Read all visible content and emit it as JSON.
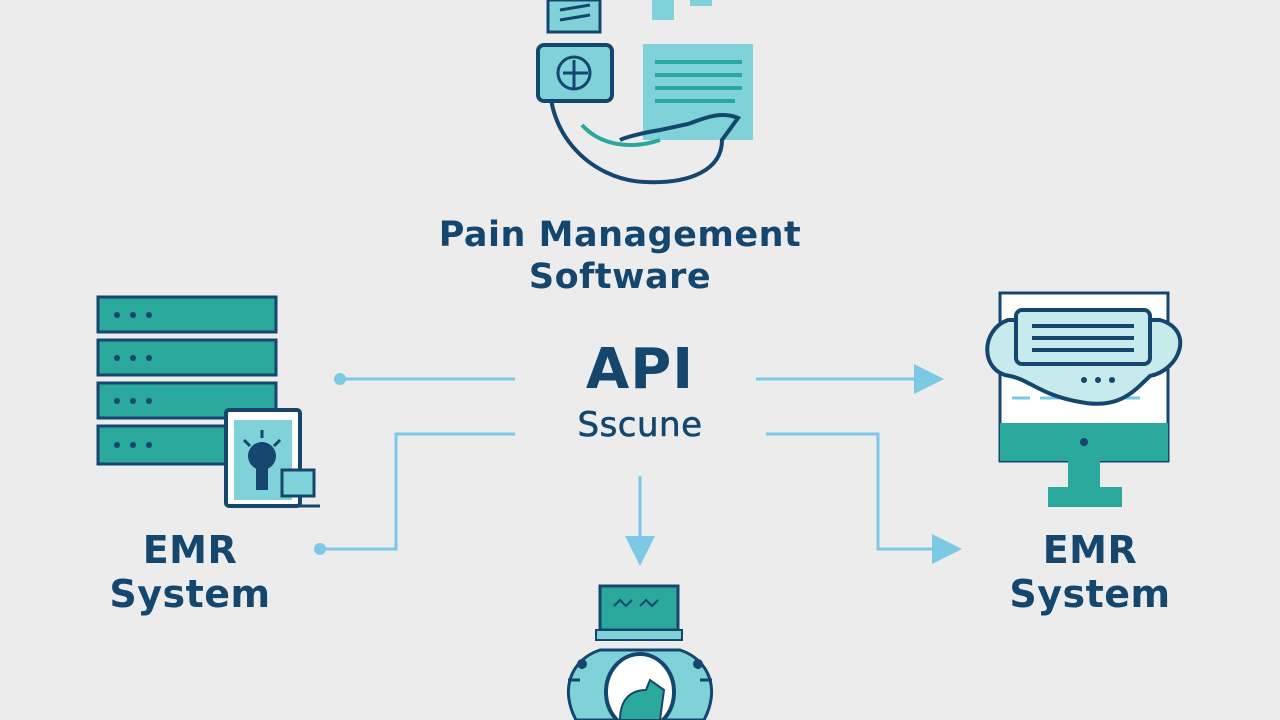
{
  "diagram": {
    "center": {
      "title": "API",
      "subtitle": "Sscune"
    },
    "top_node": {
      "label": "Pain Management\nSoftware",
      "icon": "hand-holding-documents-icon"
    },
    "left_node": {
      "label": "EMR\nSystem",
      "icon": "server-rack-icon",
      "badge_icon": "keyhole-lock-icon"
    },
    "right_node": {
      "label": "EMR\nSystem",
      "icon": "desktop-monitor-icon"
    },
    "bottom_node": {
      "icon": "secure-key-device-icon"
    }
  },
  "colors": {
    "background": "#ececec",
    "navy": "#15466e",
    "teal": "#2aa89c",
    "light_teal": "#7fd3d8",
    "connector": "#7cc9e6"
  }
}
